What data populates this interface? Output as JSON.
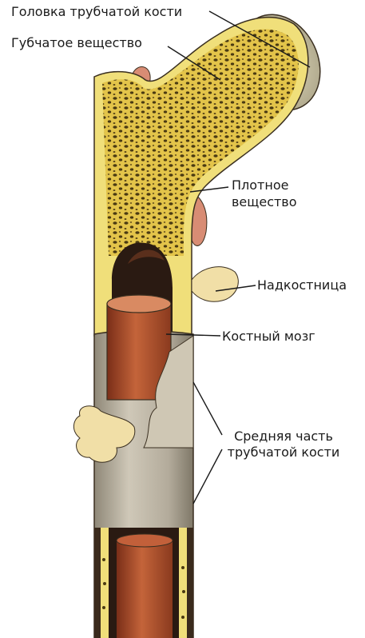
{
  "labels": {
    "bone_head": "Головка трубчатой кости",
    "spongy": "Губчатое вещество",
    "compact_line1": "Плотное",
    "compact_line2": "вещество",
    "periosteum": "Надкостница",
    "marrow": "Костный мозг",
    "shaft_line1": "Средняя часть",
    "shaft_line2": "трубчатой кости"
  },
  "colors": {
    "spongy_fill": "#e3c44a",
    "spongy_pores": "#4a3a12",
    "compact_yellow": "#f0df7a",
    "head_rim": "#c9c2a2",
    "periosteum_gray": "#b9b2a3",
    "marrow_red": "#b4532b",
    "cavity_dark": "#2a1a12",
    "pink_tissue": "#d88c74",
    "cartilage": "#f1dfa7",
    "outline": "#3a2f20"
  }
}
